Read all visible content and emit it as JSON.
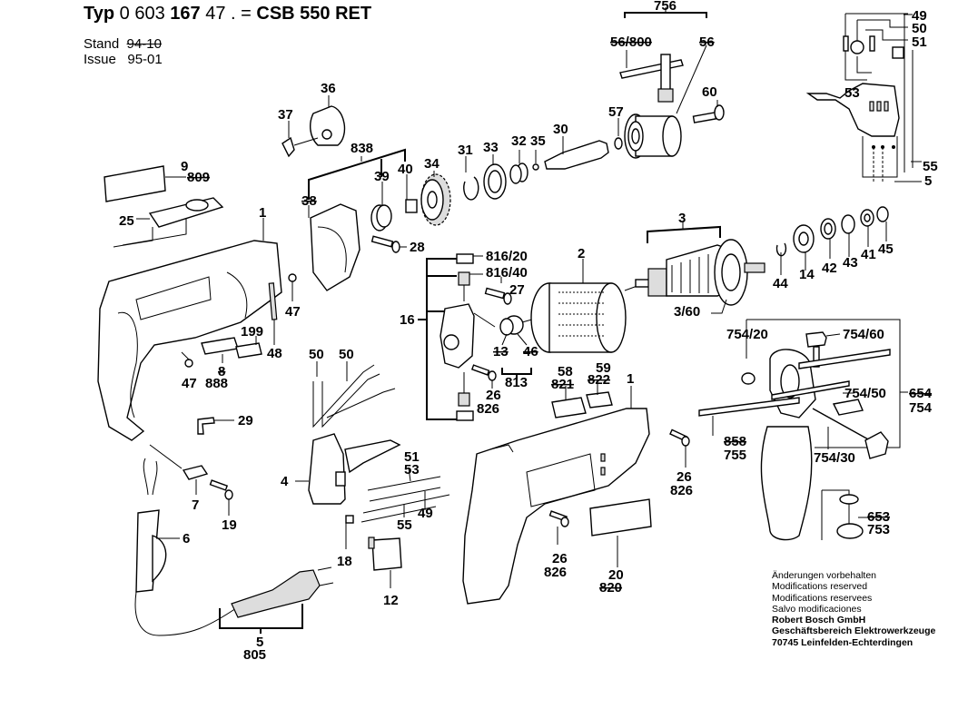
{
  "header": {
    "typ_prefix": "Typ",
    "typ_part1": "0 603",
    "typ_part2": "167",
    "typ_part3": "47 . =",
    "model": "CSB 550 RET",
    "stand_label": "Stand",
    "stand_value": "94-10",
    "issue_label": "Issue",
    "issue_value": "95-01"
  },
  "footer_notes": {
    "lines": [
      "Änderungen vorbehalten",
      "Modifications reserved",
      "Modifications reservees",
      "Salvo modificaciones"
    ],
    "company": [
      "Robert Bosch GmbH",
      "Geschäftsbereich Elektrowerkzeuge",
      "70745 Leinfelden-Echterdingen"
    ]
  },
  "part_labels": {
    "p756": "756",
    "p56_800": "56/800",
    "p56": "56",
    "p60": "60",
    "p57": "57",
    "p30": "30",
    "p35": "35",
    "p32": "32",
    "p33": "33",
    "p31": "31",
    "p34": "34",
    "p40": "40",
    "p39": "39",
    "p838": "838",
    "p38": "38",
    "p36": "36",
    "p37": "37",
    "p28": "28",
    "p9": "9",
    "p809": "809",
    "p25": "25",
    "p1a": "1",
    "p47a": "47",
    "p48": "48",
    "p199": "199",
    "p8": "8",
    "p888": "888",
    "p47b": "47",
    "p816_20": "816/20",
    "p816_40": "816/40",
    "p27": "27",
    "p16": "16",
    "p13": "13",
    "p46": "46",
    "p813": "813",
    "p26a": "26",
    "p826a": "826",
    "p2": "2",
    "p3": "3",
    "p3_60": "3/60",
    "p44": "44",
    "p14": "14",
    "p42": "42",
    "p43": "43",
    "p41": "41",
    "p45": "45",
    "p49w": "49",
    "p50w": "50",
    "p51w": "51",
    "p53w": "53",
    "p55w": "55",
    "p5w": "5",
    "p754_20": "754/20",
    "p754_60": "754/60",
    "p754_50": "754/50",
    "p654": "654",
    "p754": "754",
    "p858": "858",
    "p755": "755",
    "p754_30": "754/30",
    "p653": "653",
    "p753": "753",
    "p58": "58",
    "p821": "821",
    "p59": "59",
    "p822": "822",
    "p1b": "1",
    "p26b": "26",
    "p826b": "826",
    "p26c": "26",
    "p826c": "826",
    "p20": "20",
    "p820": "820",
    "p50a": "50",
    "p50b": "50",
    "p4": "4",
    "p51": "51",
    "p53": "53",
    "p49": "49",
    "p55": "55",
    "p18": "18",
    "p12": "12",
    "p29": "29",
    "p7": "7",
    "p19": "19",
    "p6": "6",
    "p5": "5",
    "p805": "805"
  }
}
